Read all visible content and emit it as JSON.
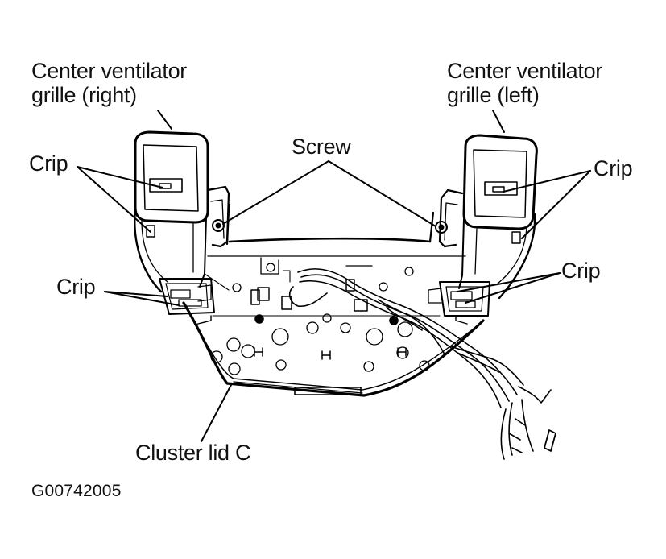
{
  "labels": {
    "grille_right_line1": "Center ventilator",
    "grille_right_line2": "grille (right)",
    "grille_left_line1": "Center ventilator",
    "grille_left_line2": "grille (left)",
    "screw": "Screw",
    "crip_upper_left": "Crip",
    "crip_upper_right": "Crip",
    "crip_lower_left": "Crip",
    "crip_lower_right": "Crip",
    "cluster_lid": "Cluster lid C"
  },
  "figure_code": "G00742005"
}
